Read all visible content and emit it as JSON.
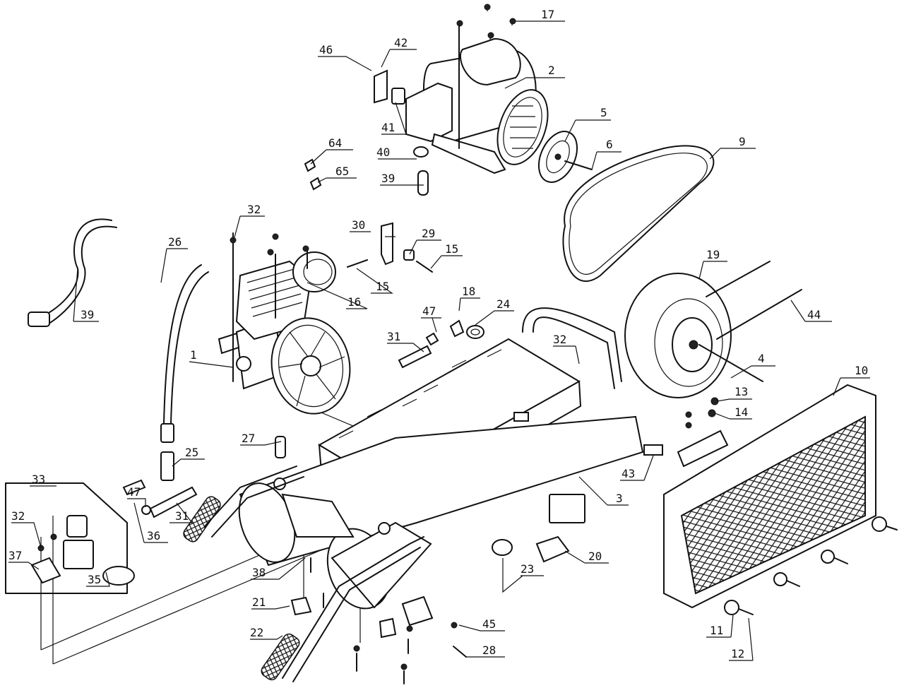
{
  "title": "",
  "callouts": [
    {
      "id": "c1",
      "label": "1"
    },
    {
      "id": "c2",
      "label": "2"
    },
    {
      "id": "c3",
      "label": "3"
    },
    {
      "id": "c4",
      "label": "4"
    },
    {
      "id": "c5",
      "label": "5"
    },
    {
      "id": "c6",
      "label": "6"
    },
    {
      "id": "c9",
      "label": "9"
    },
    {
      "id": "c10",
      "label": "10"
    },
    {
      "id": "c11",
      "label": "11"
    },
    {
      "id": "c12",
      "label": "12"
    },
    {
      "id": "c13",
      "label": "13"
    },
    {
      "id": "c14",
      "label": "14"
    },
    {
      "id": "c15a",
      "label": "15"
    },
    {
      "id": "c15b",
      "label": "15"
    },
    {
      "id": "c16",
      "label": "16"
    },
    {
      "id": "c17",
      "label": "17"
    },
    {
      "id": "c18",
      "label": "18"
    },
    {
      "id": "c19",
      "label": "19"
    },
    {
      "id": "c20",
      "label": "20"
    },
    {
      "id": "c21",
      "label": "21"
    },
    {
      "id": "c22",
      "label": "22"
    },
    {
      "id": "c23",
      "label": "23"
    },
    {
      "id": "c24",
      "label": "24"
    },
    {
      "id": "c25",
      "label": "25"
    },
    {
      "id": "c26",
      "label": "26"
    },
    {
      "id": "c27",
      "label": "27"
    },
    {
      "id": "c28",
      "label": "28"
    },
    {
      "id": "c29",
      "label": "29"
    },
    {
      "id": "c30",
      "label": "30"
    },
    {
      "id": "c31a",
      "label": "31"
    },
    {
      "id": "c31b",
      "label": "31"
    },
    {
      "id": "c32a",
      "label": "32"
    },
    {
      "id": "c32b",
      "label": "32"
    },
    {
      "id": "c32c",
      "label": "32"
    },
    {
      "id": "c33",
      "label": "33"
    },
    {
      "id": "c35",
      "label": "35"
    },
    {
      "id": "c36",
      "label": "36"
    },
    {
      "id": "c37",
      "label": "37"
    },
    {
      "id": "c38",
      "label": "38"
    },
    {
      "id": "c39a",
      "label": "39"
    },
    {
      "id": "c39b",
      "label": "39"
    },
    {
      "id": "c40",
      "label": "40"
    },
    {
      "id": "c41",
      "label": "41"
    },
    {
      "id": "c42",
      "label": "42"
    },
    {
      "id": "c43",
      "label": "43"
    },
    {
      "id": "c44",
      "label": "44"
    },
    {
      "id": "c45",
      "label": "45"
    },
    {
      "id": "c46",
      "label": "46"
    },
    {
      "id": "c47a",
      "label": "47"
    },
    {
      "id": "c47b",
      "label": "47"
    },
    {
      "id": "c64",
      "label": "64"
    },
    {
      "id": "c65",
      "label": "65"
    }
  ]
}
